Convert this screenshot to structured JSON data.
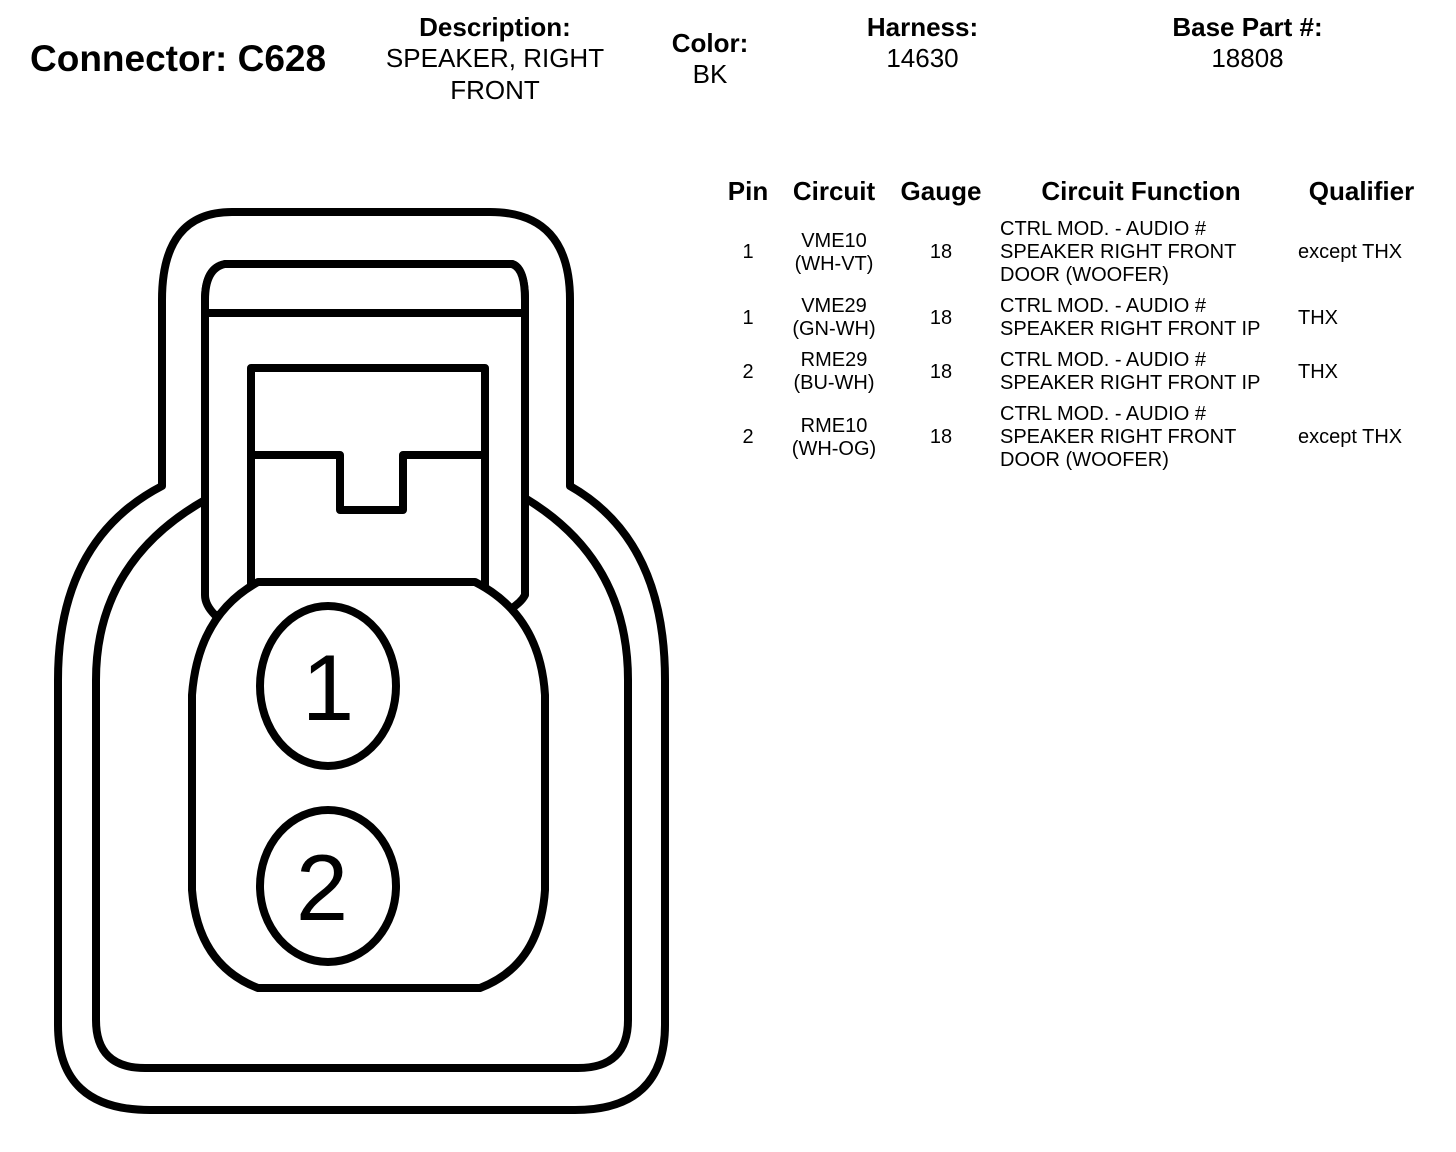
{
  "header": {
    "connector": "Connector: C628",
    "description_label": "Description:",
    "description_value": "SPEAKER, RIGHT\nFRONT",
    "color_label": "Color:",
    "color_value": "BK",
    "harness_label": "Harness:",
    "harness_value": "14630",
    "base_part_label": "Base Part #:",
    "base_part_value": "18808"
  },
  "table": {
    "columns": [
      "Pin",
      "Circuit",
      "Gauge",
      "Circuit Function",
      "Qualifier"
    ],
    "rows": [
      {
        "pin": "1",
        "circuit": "VME10\n(WH-VT)",
        "gauge": "18",
        "function": "CTRL MOD. - AUDIO #\nSPEAKER RIGHT FRONT\nDOOR (WOOFER)",
        "qualifier": "except THX"
      },
      {
        "pin": "1",
        "circuit": "VME29\n(GN-WH)",
        "gauge": "18",
        "function": "CTRL MOD. - AUDIO #\nSPEAKER RIGHT FRONT IP",
        "qualifier": "THX"
      },
      {
        "pin": "2",
        "circuit": "RME29\n(BU-WH)",
        "gauge": "18",
        "function": "CTRL MOD. - AUDIO #\nSPEAKER RIGHT FRONT IP",
        "qualifier": "THX"
      },
      {
        "pin": "2",
        "circuit": "RME10\n(WH-OG)",
        "gauge": "18",
        "function": "CTRL MOD. - AUDIO #\nSPEAKER RIGHT FRONT\nDOOR (WOOFER)",
        "qualifier": "except THX"
      }
    ]
  },
  "diagram": {
    "pin_labels": [
      "1",
      "2"
    ],
    "stroke_color": "#000000",
    "fill_color": "#ffffff"
  }
}
